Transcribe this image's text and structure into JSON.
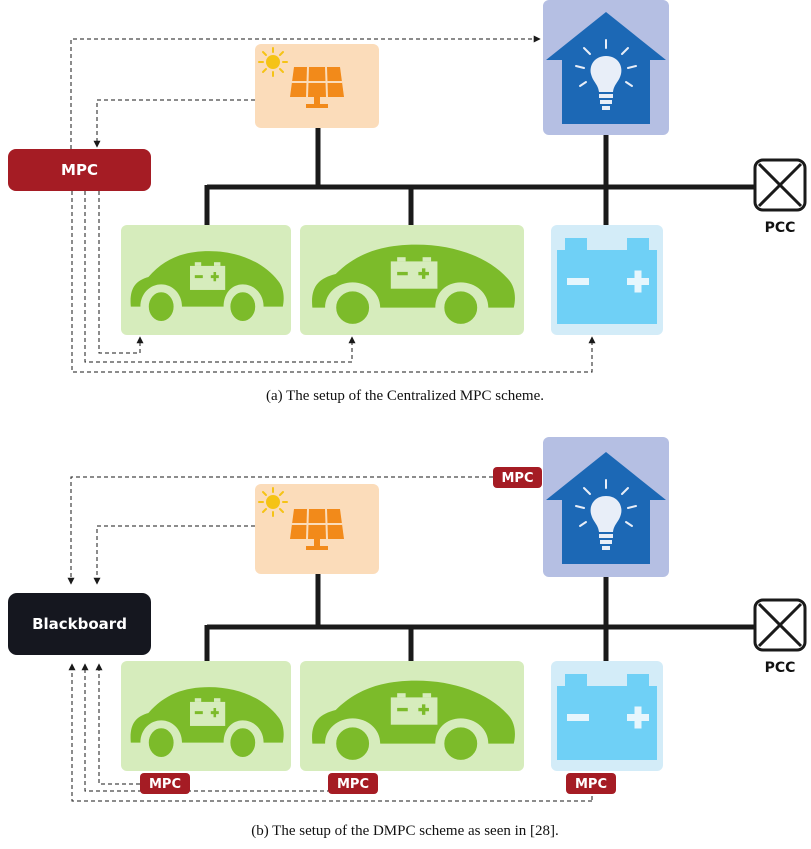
{
  "colors": {
    "bus": "#1a1a1a",
    "mpc_central": "#a51c24",
    "blackboard": "#15171f",
    "mpc_tag": "#a51c24",
    "solar_bg": "#fbdcba",
    "solar_panel": "#f28a1a",
    "sun": "#f5c316",
    "house_bg": "#b5bfe3",
    "house": "#1c68b5",
    "ev_bg": "#d6ecbc",
    "ev_body": "#7cbb2a",
    "battery_bg": "#d3ecf8",
    "battery": "#6fd0f6"
  },
  "diagram_a": {
    "controller_label": "MPC",
    "pcc_label": "PCC",
    "caption": "(a) The setup of the Centralized MPC scheme."
  },
  "diagram_b": {
    "controller_label": "Blackboard",
    "pcc_label": "PCC",
    "house_mpc_label": "MPC",
    "small_ev_mpc_label": "MPC",
    "large_ev_mpc_label": "MPC",
    "battery_mpc_label": "MPC",
    "caption": "(b) The setup of the DMPC scheme as seen in [28]."
  },
  "icons": {
    "solar": "solar-panel-icon",
    "sun": "sun-icon",
    "house": "house-bulb-icon",
    "ev": "electric-car-icon",
    "battery": "battery-icon",
    "pcc": "switch-cross-icon"
  }
}
